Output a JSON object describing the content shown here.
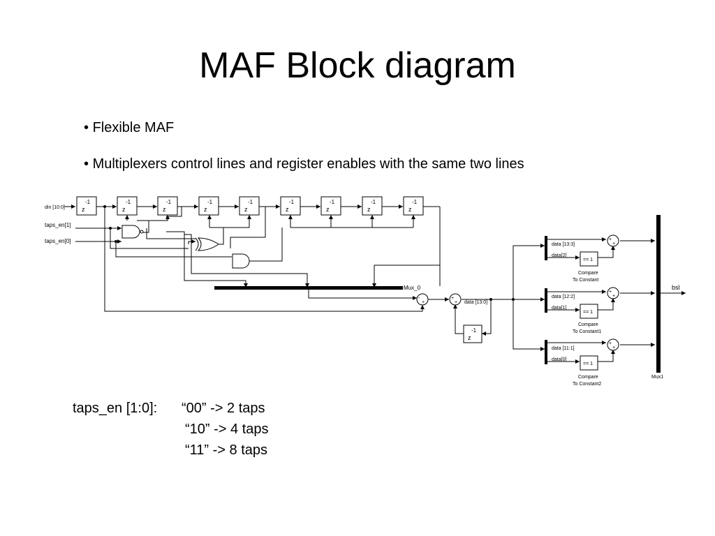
{
  "slide": {
    "title": "MAF Block diagram",
    "bullets": [
      "Flexible MAF",
      "Multiplexers control lines and register enables with the same two lines"
    ],
    "bullet_glyph": "•"
  },
  "diagram": {
    "inputs": {
      "din": "din [10:0]",
      "taps_en1": "taps_en[1]",
      "taps_en0": "taps_en[0]"
    },
    "delay": {
      "exponent": "-1",
      "symbol": "z"
    },
    "mux0": "Mux_0",
    "mux1": "Mux1",
    "accumulator_data": "data [13:0]",
    "output": "bsl",
    "sum_signs": {
      "plus": "+",
      "minus": "-"
    },
    "slices": [
      {
        "data": "data [13:3]",
        "bit": "data[2]",
        "compare": "== 1",
        "name": [
          "Compare",
          "To Constant"
        ]
      },
      {
        "data": "data [12:2]",
        "bit": "data[1]",
        "compare": "== 1",
        "name": [
          "Compare",
          "To Constant1"
        ]
      },
      {
        "data": "data [11:1]",
        "bit": "data[0]",
        "compare": "== 1",
        "name": [
          "Compare",
          "To Constant2"
        ]
      }
    ]
  },
  "notes": {
    "label": "taps_en [1:0]:",
    "lines": [
      "“00” -> 2 taps",
      "“10” -> 4 taps",
      "“11” -> 8 taps"
    ]
  }
}
